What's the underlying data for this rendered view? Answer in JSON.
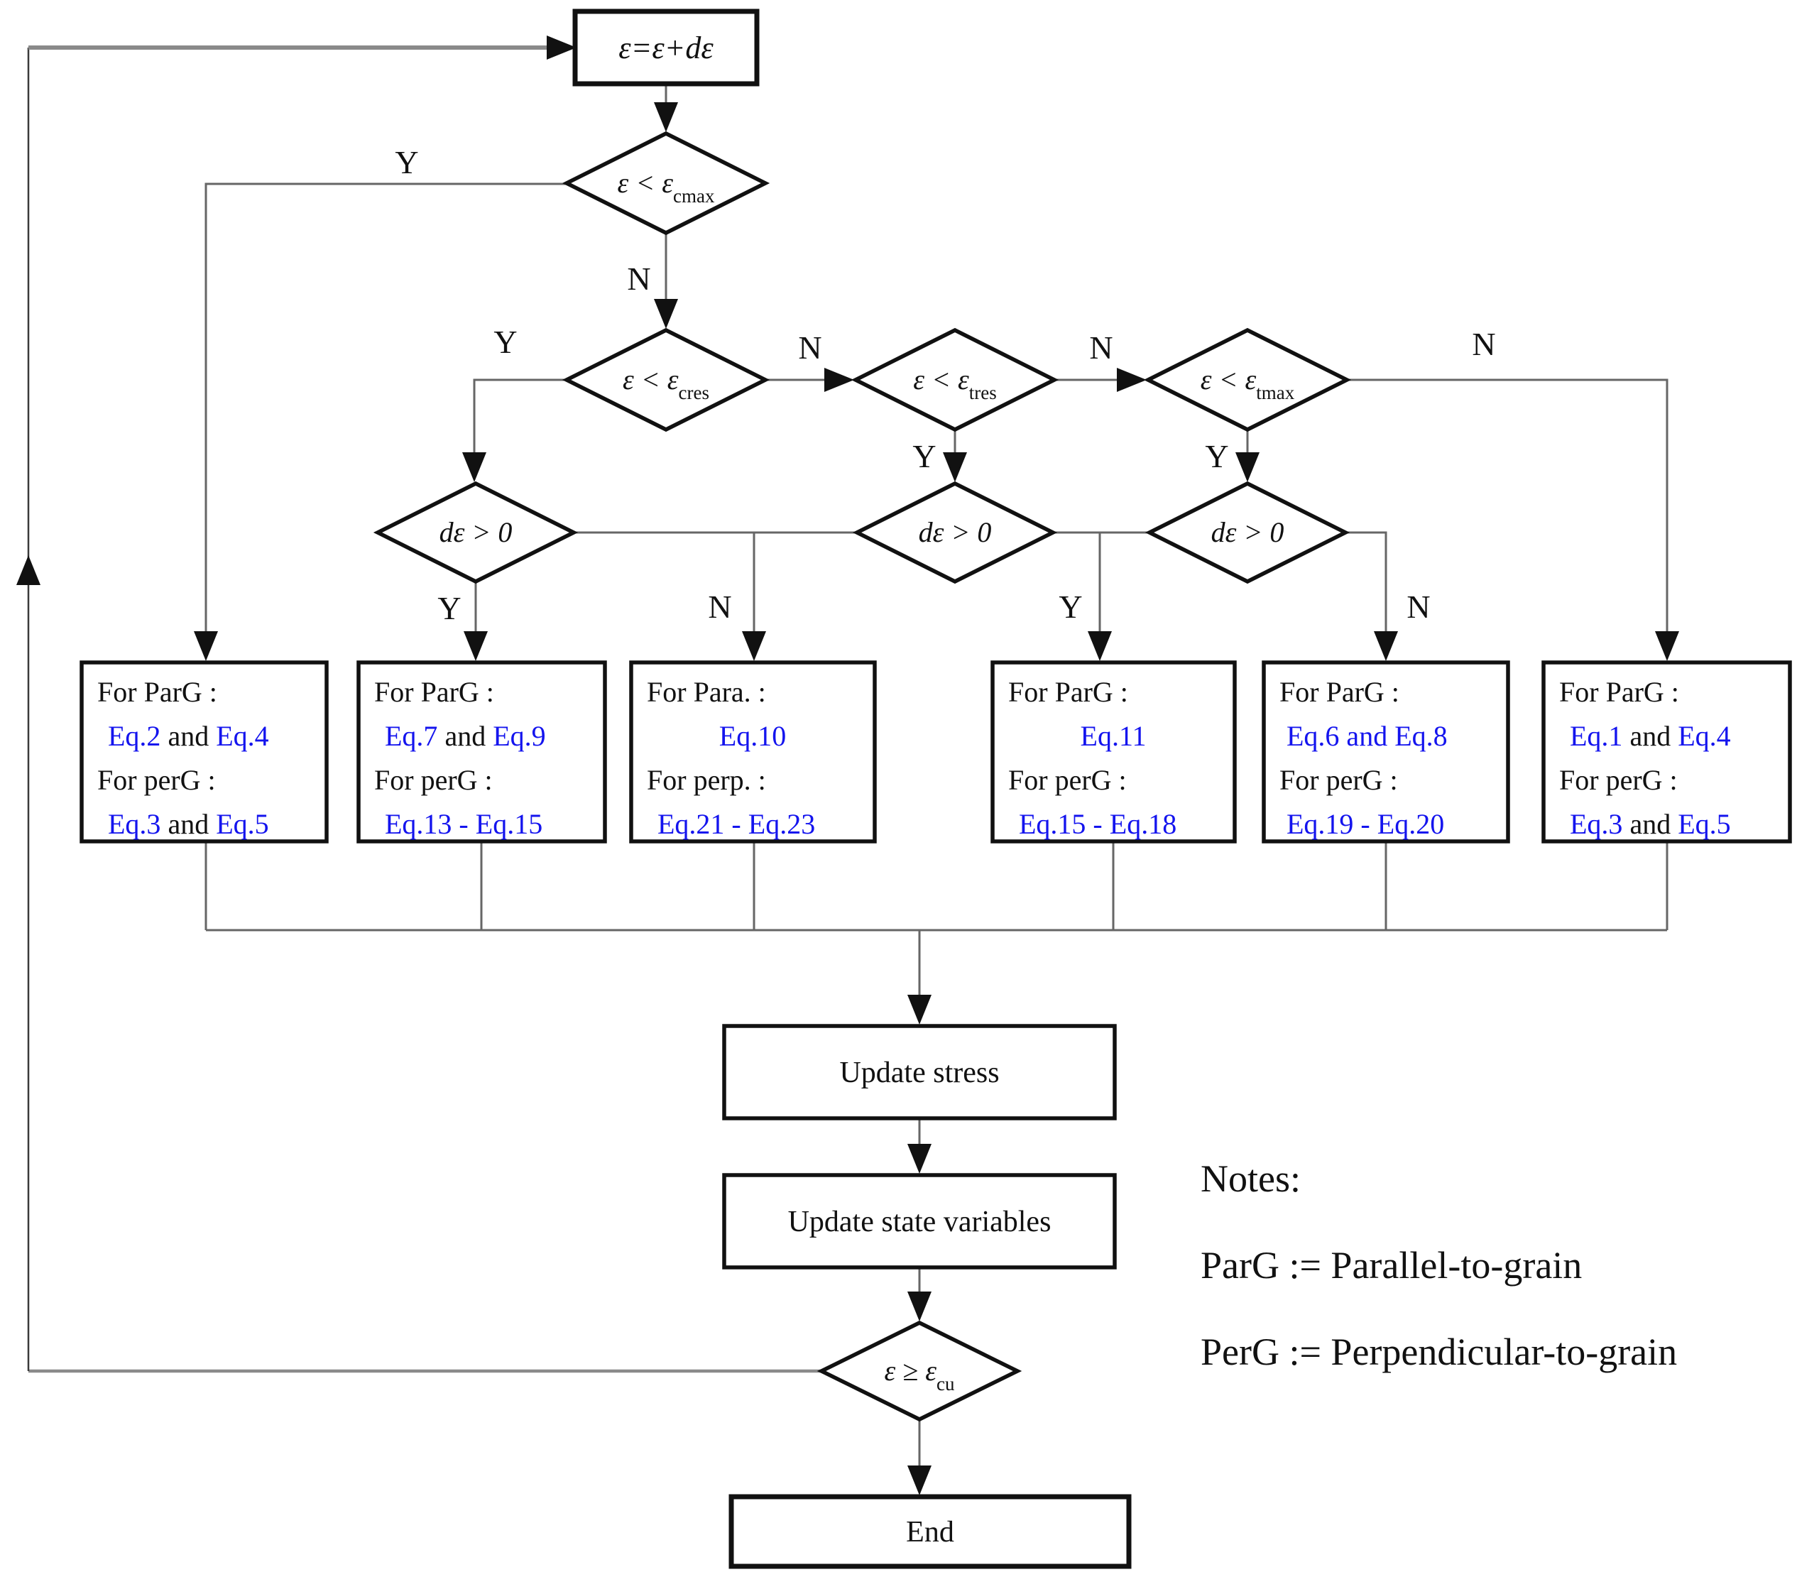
{
  "colors": {
    "eq_blue": "#1414EE",
    "ink": "#111111",
    "connector": "#666666",
    "loop_line": "#8a8a8a"
  },
  "start_box": {
    "label": "ε=ε+dε"
  },
  "decisions": {
    "cmax": {
      "pre": "ε < ε",
      "sub": "cmax"
    },
    "cres": {
      "pre": "ε < ε",
      "sub": "cres"
    },
    "tres": {
      "pre": "ε < ε",
      "sub": "tres"
    },
    "tmax": {
      "pre": "ε < ε",
      "sub": "tmax"
    },
    "de_left": {
      "label": "dε > 0"
    },
    "de_mid": {
      "label": "dε > 0"
    },
    "de_right": {
      "label": "dε > 0"
    },
    "cu": {
      "pre": "ε ≥ ε",
      "sub": "cu"
    }
  },
  "branch_labels": {
    "cmax_y": "Y",
    "cmax_n": "N",
    "cres_y": "Y",
    "cres_n": "N",
    "tres_y": "Y",
    "tres_n": "N",
    "tmax_y": "Y",
    "tmax_n": "N",
    "de_left_y": "Y",
    "de_left_n": "N",
    "de_mid_y": "Y",
    "de_right_n": "N"
  },
  "eq_boxes": [
    {
      "l1": "For ParG :",
      "l2a": "Eq.2",
      "l2m": " and ",
      "l2b": "Eq.4",
      "l3": "For perG :",
      "l4a": "Eq.3",
      "l4m": " and ",
      "l4b": "Eq.5"
    },
    {
      "l1": "For ParG :",
      "l2a": "Eq.7",
      "l2m": " and ",
      "l2b": "Eq.9",
      "l3": "For perG :",
      "l4a": "Eq.13 - Eq.15",
      "l4m": "",
      "l4b": ""
    },
    {
      "l1": "For Para. :",
      "l2a": "Eq.10",
      "l2m": "",
      "l2b": "",
      "l3": "For perp. :",
      "l4a": "Eq.21 - Eq.23",
      "l4m": "",
      "l4b": ""
    },
    {
      "l1": "For ParG :",
      "l2a": "Eq.11",
      "l2m": "",
      "l2b": "",
      "l3": "For perG :",
      "l4a": "Eq.15 - Eq.18",
      "l4m": "",
      "l4b": ""
    },
    {
      "l1": "For ParG :",
      "l2a": "Eq.6 and Eq.8",
      "l2m": "",
      "l2b": "",
      "l3": "For perG :",
      "l4a": "Eq.19 - Eq.20",
      "l4m": "",
      "l4b": ""
    },
    {
      "l1": "For ParG :",
      "l2a": "Eq.1",
      "l2m": " and ",
      "l2b": "Eq.4",
      "l3": "For perG :",
      "l4a": "Eq.3",
      "l4m": " and ",
      "l4b": "Eq.5"
    }
  ],
  "process_boxes": {
    "update_stress": "Update stress",
    "update_state": "Update state variables",
    "end": "End"
  },
  "notes": {
    "title": "Notes:",
    "line1": "ParG := Parallel-to-grain",
    "line2": "PerG := Perpendicular-to-grain"
  }
}
